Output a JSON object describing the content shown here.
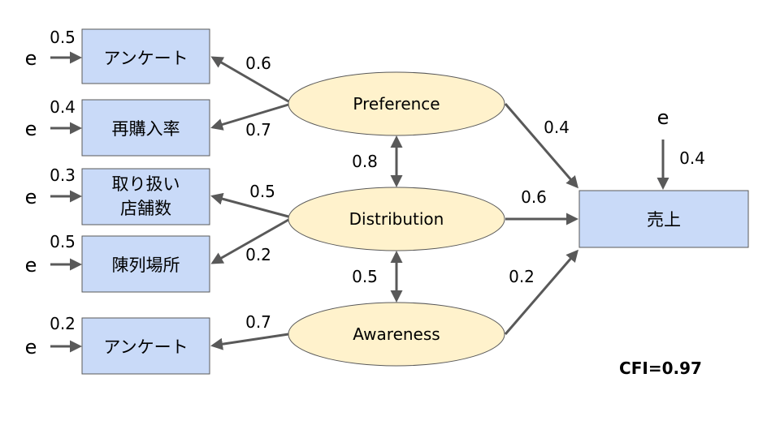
{
  "indicators": [
    {
      "label_lines": [
        "アンケート"
      ],
      "error_label": "e",
      "error_value": "0.5",
      "loading": "0.6"
    },
    {
      "label_lines": [
        "再購入率"
      ],
      "error_label": "e",
      "error_value": "0.4",
      "loading": "0.7"
    },
    {
      "label_lines": [
        "取り扱い",
        "店舗数"
      ],
      "error_label": "e",
      "error_value": "0.3",
      "loading": "0.5"
    },
    {
      "label_lines": [
        "陳列場所"
      ],
      "error_label": "e",
      "error_value": "0.5",
      "loading": "0.2"
    },
    {
      "label_lines": [
        "アンケート"
      ],
      "error_label": "e",
      "error_value": "0.2",
      "loading": "0.7"
    }
  ],
  "latents": [
    {
      "label": "Preference"
    },
    {
      "label": "Distribution"
    },
    {
      "label": "Awareness"
    }
  ],
  "correlations": [
    {
      "value": "0.8"
    },
    {
      "value": "0.5"
    }
  ],
  "outcome": {
    "label": "売上",
    "error_label": "e",
    "error_value": "0.4"
  },
  "paths": [
    {
      "value": "0.4"
    },
    {
      "value": "0.6"
    },
    {
      "value": "0.2"
    }
  ],
  "fit": {
    "label": "CFI=0.97"
  },
  "colors": {
    "box_fill": "#c9daf8",
    "ellipse_fill": "#fff2cc",
    "line": "#595959"
  }
}
